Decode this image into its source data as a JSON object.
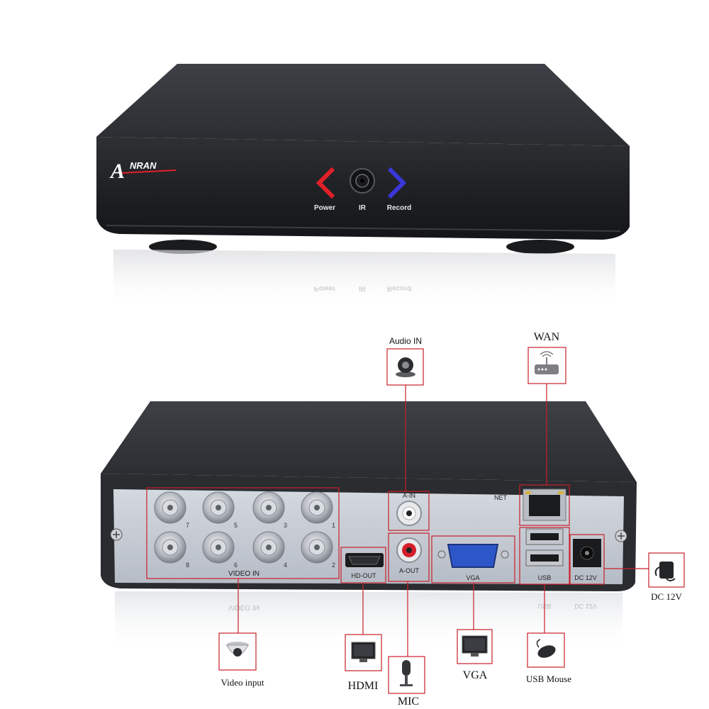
{
  "front_panel": {
    "brand_initial": "A",
    "brand_rest": "NRAN",
    "buttons": {
      "power_label": "Power",
      "ir_label": "IR",
      "record_label": "Record"
    },
    "colors": {
      "power": "#e0202a",
      "record": "#3a36d8"
    }
  },
  "rear_panel": {
    "bnc_numbers_top": [
      "7",
      "5",
      "3",
      "1"
    ],
    "bnc_numbers_bottom": [
      "8",
      "6",
      "4",
      "2"
    ],
    "video_in_label": "VIDEO IN",
    "hd_out_label": "HD-OUT",
    "a_in_label": "A-IN",
    "a_out_label": "A-OUT",
    "vga_label": "VGA",
    "net_label": "NET",
    "usb_label": "USB",
    "dc_label": "DC 12V"
  },
  "callouts": {
    "audio_in": "Audio IN",
    "wan": "WAN",
    "dc_12v": "DC 12V",
    "video_input": "Video input",
    "hdmi": "HDMI",
    "mic": "MIC",
    "vga": "VGA",
    "usb_mouse": "USB Mouse"
  },
  "icons": [
    "speaker-icon",
    "router-icon",
    "power-adapter-icon",
    "dome-camera-icon",
    "monitor-icon",
    "microphone-icon",
    "mouse-icon"
  ],
  "colors": {
    "callout_line": "#c8202a",
    "chassis_dark": "#2c2e32",
    "panel_light": "#c9ced6"
  }
}
